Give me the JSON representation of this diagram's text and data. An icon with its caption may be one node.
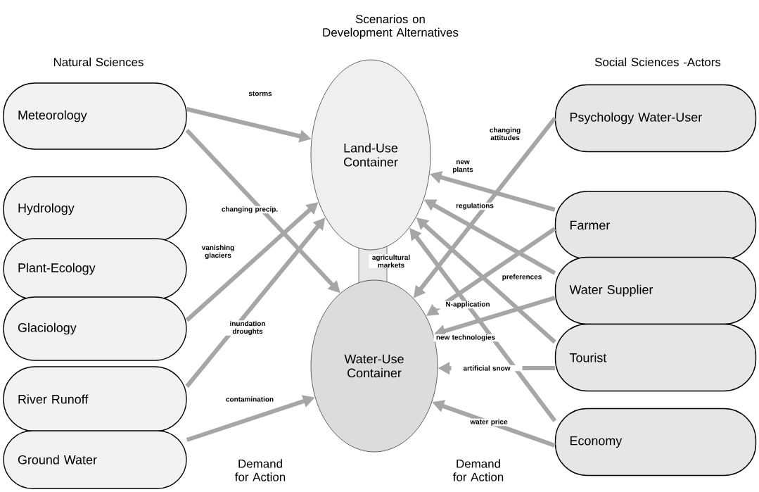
{
  "diagram": {
    "title": "Scenarios on Development Alternatives",
    "nodes": [
      {
        "text": [
          "Meteorology"
        ]
      },
      {
        "text": [
          "Hydrology"
        ]
      },
      {
        "text": [
          "Plant-Ecology"
        ]
      },
      {
        "text": [
          "Glaciology"
        ]
      },
      {
        "text": [
          "River Runoff"
        ]
      },
      {
        "text": [
          "Ground Water"
        ]
      },
      {
        "text": [
          "Land-Use Container"
        ]
      },
      {
        "text": [
          "Water-Use Container"
        ]
      },
      {
        "text": [
          "Psychology Water-User"
        ]
      },
      {
        "text": [
          "Farmer"
        ]
      },
      {
        "text": [
          "Water Supplier"
        ]
      },
      {
        "text": [
          "Tourist"
        ]
      },
      {
        "text": [
          "Economy"
        ]
      }
    ],
    "edges": [
      {
        "from": 0,
        "to": 6,
        "arrow": "to",
        "label": "storms"
      },
      {
        "from": 0,
        "to": 7,
        "arrow": "to",
        "label": "changing precip."
      },
      {
        "from": 3,
        "to": 6,
        "arrow": "to",
        "label": "vanishing glaciers"
      },
      {
        "from": 4,
        "to": 6,
        "arrow": "to",
        "label": "inundation droughts"
      },
      {
        "from": 5,
        "to": 7,
        "arrow": "to",
        "label": "contamination"
      },
      {
        "from": 9,
        "to": 6,
        "arrow": "to",
        "label": "new plants"
      },
      {
        "from": 10,
        "to": 6,
        "arrow": "to",
        "label": "regulations"
      },
      {
        "from": 11,
        "to": 6,
        "arrow": "to",
        "label": "preferences"
      },
      {
        "from": 12,
        "to": 6,
        "arrow": "to",
        "label": "agricultural markets"
      },
      {
        "from": 8,
        "to": 7,
        "arrow": "to",
        "label": "changing attitudes"
      },
      {
        "from": 9,
        "to": 7,
        "arrow": "to",
        "label": "N-application"
      },
      {
        "from": 10,
        "to": 7,
        "arrow": "to",
        "label": "new technologies"
      },
      {
        "from": 11,
        "to": 7,
        "arrow": "to",
        "label": "artificial snow"
      },
      {
        "from": 12,
        "to": 7,
        "arrow": "to",
        "label": "water price"
      }
    ],
    "labels": [
      "Natural Sciences",
      "Social Sciences -Actors",
      "Demand for Action",
      "Demand for Action"
    ]
  }
}
